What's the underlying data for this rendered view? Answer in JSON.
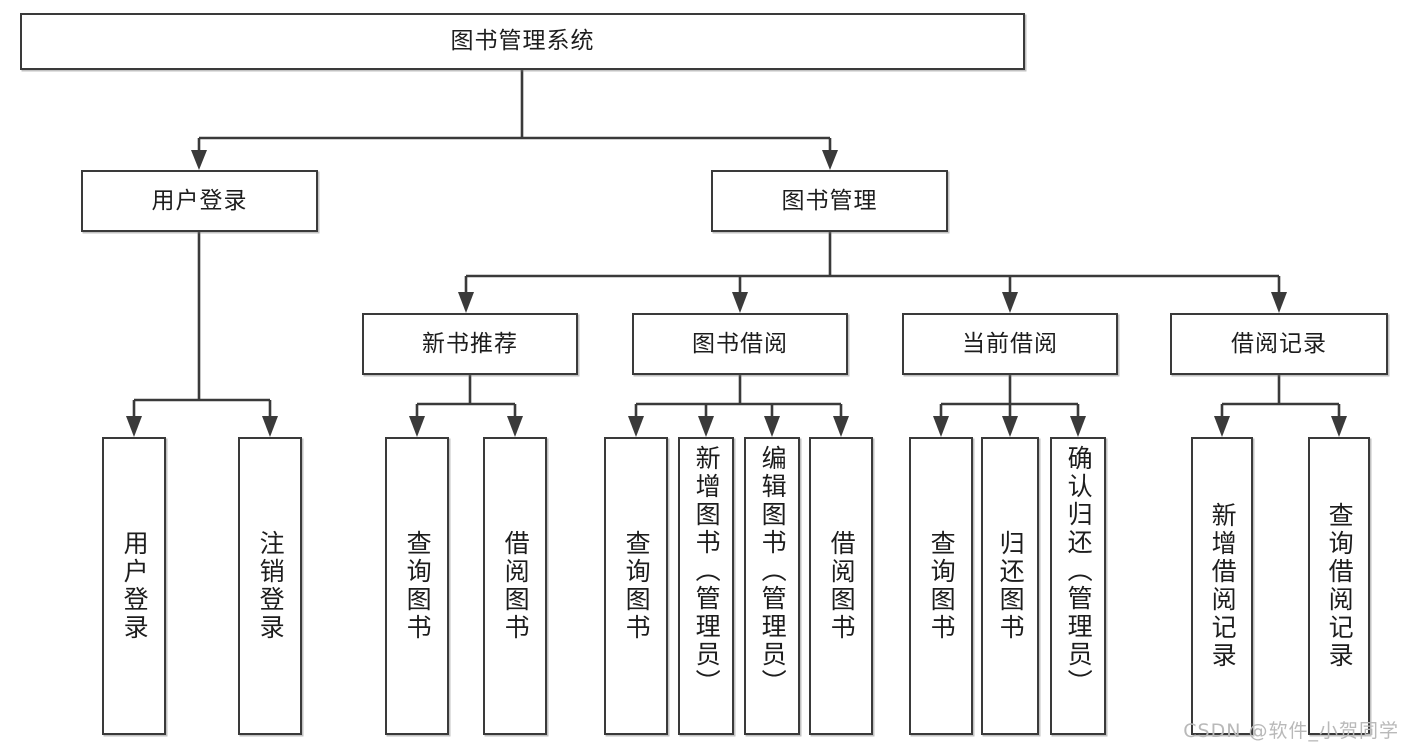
{
  "diagram": {
    "title_text": "图书管理系统",
    "type": "tree-hierarchy",
    "watermark": "CSDN @软件_小贺同学",
    "root": {
      "label": "图书管理系统"
    },
    "level2": [
      {
        "label": "用户登录"
      },
      {
        "label": "图书管理"
      }
    ],
    "level3": [
      {
        "label": "新书推荐"
      },
      {
        "label": "图书借阅"
      },
      {
        "label": "当前借阅"
      },
      {
        "label": "借阅记录"
      }
    ],
    "leaves": {
      "user_login": [
        {
          "label": "用户登录"
        },
        {
          "label": "注销登录"
        }
      ],
      "new_book_recommend": [
        {
          "label": "查询图书"
        },
        {
          "label": "借阅图书"
        }
      ],
      "book_borrow": [
        {
          "label": "查询图书"
        },
        {
          "label": "新增图书（管理员）"
        },
        {
          "label": "编辑图书（管理员）"
        },
        {
          "label": "借阅图书"
        }
      ],
      "current_borrow": [
        {
          "label": "查询图书"
        },
        {
          "label": "归还图书"
        },
        {
          "label": "确认归还（管理员）"
        }
      ],
      "borrow_record": [
        {
          "label": "新增借阅记录"
        },
        {
          "label": "查询借阅记录"
        }
      ]
    },
    "colors": {
      "border": "#3a3a3a",
      "background": "#ffffff",
      "text": "#1d1d1d",
      "watermark": "#b9b9b9"
    }
  }
}
